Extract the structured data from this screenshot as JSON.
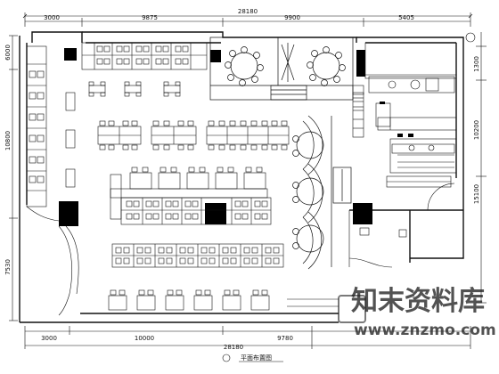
{
  "plan": {
    "title": "平面布置图"
  },
  "dimensions": {
    "top_total": "28180",
    "top_segments": [
      "3000",
      "9875",
      "9900",
      "5405"
    ],
    "bottom_total": "28180",
    "bottom_segments": [
      "3000",
      "10000",
      "9780"
    ],
    "left_segments": [
      "6000",
      "10800",
      "7530"
    ],
    "right_segments": [
      "1300",
      "10200",
      "15100"
    ]
  },
  "watermark": {
    "text_cn": "知末资料库",
    "url": "www.znzmo.com"
  },
  "colors": {
    "line": "#111111",
    "fill_solid": "#000000",
    "background": "#ffffff"
  }
}
